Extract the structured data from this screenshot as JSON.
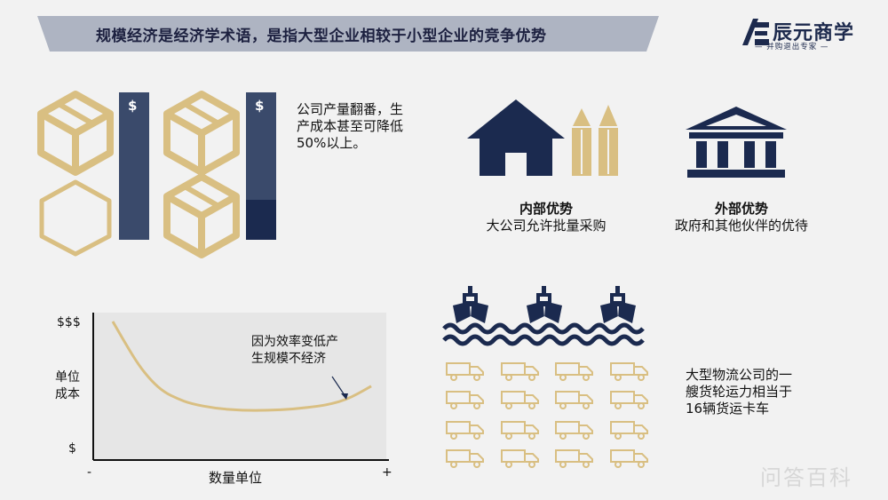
{
  "title": "规模经济是经济学术语，是指大型企业相较于小型企业的竞争优势",
  "logo": {
    "name": "辰元商学",
    "tagline": "— 并购退出专家 —"
  },
  "production": {
    "dollar_sign": "$",
    "text": [
      "公司产量翻番，生",
      "产成本甚至可降低",
      "50%以上。"
    ]
  },
  "internal": {
    "heading": "内部优势",
    "text": "大公司允许批量采购"
  },
  "external": {
    "heading": "外部优势",
    "text": "政府和其他伙伴的优待"
  },
  "logistics": {
    "text": [
      "大型物流公司的一",
      "艘货轮运力相当于",
      "16辆货运卡车"
    ],
    "ship_count": 3,
    "truck_count": 16
  },
  "chart": {
    "y_top_label": "$$$",
    "y_label": [
      "单位",
      "成本"
    ],
    "y_bottom_label": "$",
    "x_label": "数量单位",
    "x_min_label": "-",
    "x_max_label": "+",
    "annotation": [
      "因为效率变低产",
      "生规模不经济"
    ]
  },
  "watermark": "问答百科",
  "colors": {
    "navy": "#1b2a4f",
    "gold": "#d9bf82",
    "slate": "#3a4a6b",
    "banner": "#aeb4c2",
    "panel": "#e6e6e6"
  },
  "chart_data": {
    "type": "line",
    "title": "",
    "xlabel": "数量单位",
    "ylabel": "单位成本",
    "series": [
      {
        "name": "",
        "x": [
          0,
          5,
          10,
          15,
          20,
          25,
          30,
          40,
          50,
          60,
          70,
          80,
          85,
          90,
          95,
          100
        ],
        "y": [
          100,
          82,
          65,
          52,
          43,
          38,
          34,
          30,
          28.5,
          28.5,
          29.5,
          32,
          34,
          37,
          42,
          48
        ]
      }
    ]
  }
}
